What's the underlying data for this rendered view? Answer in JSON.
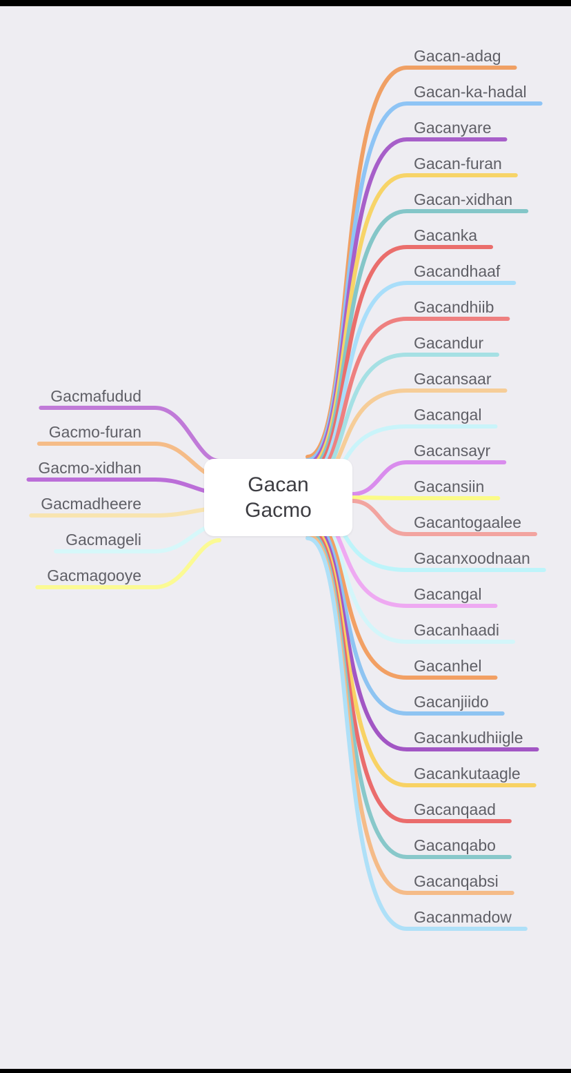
{
  "mindmap": {
    "root": {
      "line1": "Gacan",
      "line2": "Gacmo"
    },
    "right": [
      {
        "label": "Gacan-adag",
        "color": "#f0a064"
      },
      {
        "label": "Gacan-ka-hadal",
        "color": "#8ec4f5"
      },
      {
        "label": "Gacanyare",
        "color": "#a75fc9"
      },
      {
        "label": "Gacan-furan",
        "color": "#f7d468"
      },
      {
        "label": "Gacan-xidhan",
        "color": "#84c6c8"
      },
      {
        "label": "Gacanka",
        "color": "#ea6e6c"
      },
      {
        "label": "Gacandhaaf",
        "color": "#a9defa"
      },
      {
        "label": "Gacandhiib",
        "color": "#ee8080"
      },
      {
        "label": "Gacandur",
        "color": "#a5e0e4"
      },
      {
        "label": "Gacansaar",
        "color": "#f6cd98"
      },
      {
        "label": "Gacangal",
        "color": "#c9f4fa"
      },
      {
        "label": "Gacansayr",
        "color": "#d98ced"
      },
      {
        "label": "Gacansiin",
        "color": "#fbfb88"
      },
      {
        "label": "Gacantogaalee",
        "color": "#f2a4a0"
      },
      {
        "label": "Gacanxoodnaan",
        "color": "#bdf4fa"
      },
      {
        "label": "Gacangal",
        "color": "#eea9f2"
      },
      {
        "label": "Gacanhaadi",
        "color": "#d3f6fa"
      },
      {
        "label": "Gacanhel",
        "color": "#f2a064"
      },
      {
        "label": "Gacanjiido",
        "color": "#8ec4f2"
      },
      {
        "label": "Gacankudhiigle",
        "color": "#a256c4"
      },
      {
        "label": "Gacankutaagle",
        "color": "#f8d264"
      },
      {
        "label": "Gacanqaad",
        "color": "#ea6c6c"
      },
      {
        "label": "Gacanqabo",
        "color": "#88c8ca"
      },
      {
        "label": "Gacanqabsi",
        "color": "#f5bb88"
      },
      {
        "label": "Gacanmadow",
        "color": "#aee0f8"
      }
    ],
    "left": [
      {
        "label": "Gacmafudud",
        "color": "#c07ad8"
      },
      {
        "label": "Gacmo-furan",
        "color": "#f5bc88"
      },
      {
        "label": "Gacmo-xidhan",
        "color": "#bb6ed8"
      },
      {
        "label": "Gacmadheere",
        "color": "#f8e4b0"
      },
      {
        "label": "Gacmageli",
        "color": "#d6f8fa"
      },
      {
        "label": "Gacmagooye",
        "color": "#fbfa94"
      }
    ]
  }
}
